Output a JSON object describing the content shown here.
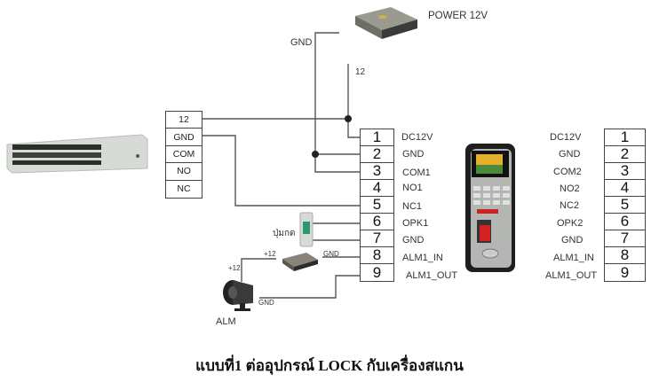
{
  "diagram": {
    "caption": "แบบที่1 ต่ออุปกรณ์ LOCK กับเครื่องสแกน",
    "power_supply": {
      "label": "POWER 12V",
      "gnd_label": "GND",
      "v_label": "12"
    },
    "lock": {
      "name": "magnetic-lock",
      "terminals": [
        "12",
        "GND",
        "COM",
        "NO",
        "NC"
      ]
    },
    "controller_terminals": {
      "numbers": [
        "1",
        "2",
        "3",
        "4",
        "5",
        "6",
        "7",
        "8",
        "9"
      ],
      "labels": [
        "DC12V",
        "GND",
        "COM1",
        "NO1",
        "NC1",
        "OPK1",
        "GND",
        "ALM1_IN",
        "ALM1_OUT"
      ]
    },
    "scanner_terminals": {
      "numbers": [
        "1",
        "2",
        "3",
        "4",
        "5",
        "6",
        "7",
        "8",
        "9"
      ],
      "labels": [
        "DC12V",
        "GND",
        "COM2",
        "NO2",
        "NC2",
        "OPK2",
        "GND",
        "ALM1_IN",
        "ALM1_OUT"
      ]
    },
    "exit_button": {
      "label": "ปุ่มกด"
    },
    "alarm": {
      "label": "ALM",
      "plus12_a": "+12",
      "plus12_b": "+12",
      "gnd_a": "GND",
      "gnd_b": "GND"
    },
    "colors": {
      "wire": "#555555",
      "border": "#444444"
    }
  }
}
